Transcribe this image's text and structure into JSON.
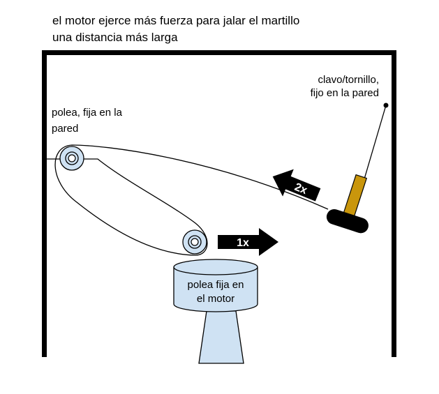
{
  "title": {
    "line1": "el motor ejerce más fuerza para jalar el martillo",
    "line2": "una distancia más larga"
  },
  "labels": {
    "nail_line1": "clavo/tornillo,",
    "nail_line2": "fijo en la pared",
    "pulley_wall_line1": "polea, fija en la",
    "pulley_wall_line2": "pared",
    "motor_line1": "polea fija en",
    "motor_line2": "el motor"
  },
  "arrows": {
    "hammer_arrow": "2x",
    "motor_arrow": "1x"
  },
  "colors": {
    "pulley_fill": "#cfe2f3",
    "hammer_handle": "#c9960c",
    "hammer_head": "#000000",
    "frame": "#000000"
  }
}
